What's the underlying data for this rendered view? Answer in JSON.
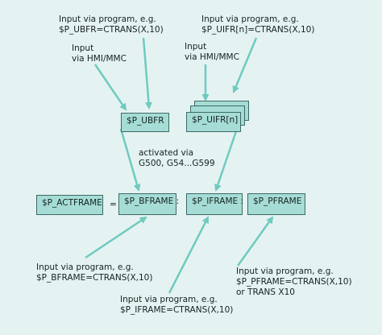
{
  "labels": {
    "ubfr_program": [
      "Input via program, e.g.",
      "$P_UBFR=CTRANS(X,10)"
    ],
    "uifr_program": [
      "Input via program, e.g.",
      "$P_UIFR[n]=CTRANS(X,10)"
    ],
    "ubfr_hmi": [
      "Input",
      "via HMI/MMC"
    ],
    "uifr_hmi": [
      "Input",
      "via HMI/MMC"
    ],
    "activated": [
      "activated via",
      "G500, G54...G599"
    ],
    "bframe_program": [
      "Input via program, e.g.",
      "$P_BFRAME=CTRANS(X,10)"
    ],
    "iframe_program": [
      "Input via program, e.g.",
      "$P_IFRAME=CTRANS(X,10)"
    ],
    "pframe_program": [
      "Input via program, e.g.",
      "$P_PFRAME=CTRANS(X,10)",
      "or TRANS X10"
    ]
  },
  "boxes": {
    "ubfr": "$P_UBFR",
    "uifr": "$P_UIFR[n]",
    "actframe": "$P_ACTFRAME",
    "bframe": "$P_BFRAME  :",
    "iframe": "$P_IFRAME  :",
    "pframe": "$P_PFRAME"
  },
  "equals": "=",
  "colors": {
    "background": "#e4f3f1",
    "box_fill": "#a6dcd6",
    "arrow": "#6fcac0"
  }
}
